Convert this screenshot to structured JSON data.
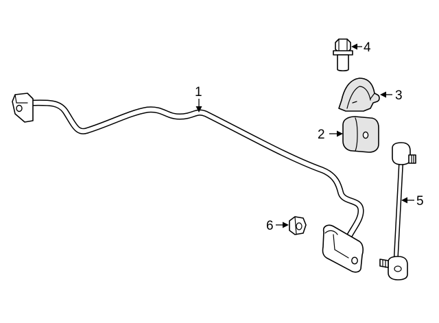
{
  "diagram": {
    "callouts": [
      {
        "id": "stabilizer-bar",
        "label": "1"
      },
      {
        "id": "bushing",
        "label": "2"
      },
      {
        "id": "bracket",
        "label": "3"
      },
      {
        "id": "bolt",
        "label": "4"
      },
      {
        "id": "stabilizer-link",
        "label": "5"
      },
      {
        "id": "nut",
        "label": "6"
      }
    ]
  }
}
